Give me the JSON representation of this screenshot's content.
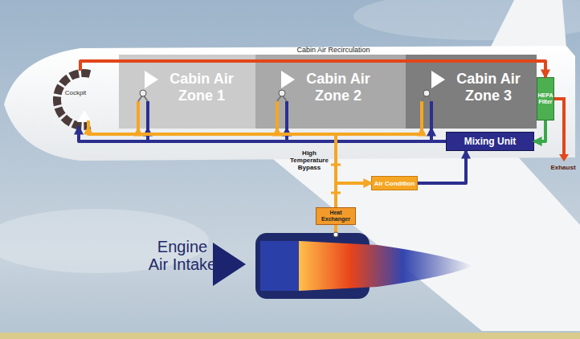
{
  "diagram": {
    "nodes": [
      {
        "text": [
          "Cockpit"
        ]
      },
      {
        "text": [
          "Cabin Air Zone 1"
        ]
      },
      {
        "text": [
          "Cabin Air Zone 2"
        ]
      },
      {
        "text": [
          "Cabin Air Zone 3"
        ]
      },
      {
        "text": [
          "HEPA Filter"
        ]
      },
      {
        "text": [
          "Mixing Unit"
        ]
      },
      {
        "text": [
          "Air Condition"
        ]
      },
      {
        "text": [
          "Heat Exchanger"
        ]
      }
    ],
    "edges": [
      {
        "from": 0,
        "to": 4,
        "arrow": "to"
      },
      {
        "from": 4,
        "to": 5,
        "arrow": "to"
      },
      {
        "from": 5,
        "to": 0,
        "arrow": "to"
      },
      {
        "from": 5,
        "to": 1,
        "arrow": "to"
      },
      {
        "from": 5,
        "to": 2,
        "arrow": "to"
      },
      {
        "from": 5,
        "to": 3,
        "arrow": "to"
      },
      {
        "from": 7,
        "to": 6,
        "arrow": "to"
      },
      {
        "from": 6,
        "to": 5,
        "arrow": "to"
      },
      {
        "from": 7,
        "to": 0,
        "arrow": "to"
      },
      {
        "from": 7,
        "to": 1,
        "arrow": "to"
      },
      {
        "from": 7,
        "to": 2,
        "arrow": "to"
      },
      {
        "from": 7,
        "to": 3,
        "arrow": "to"
      }
    ],
    "labels": [
      "Cabin Air Recirculation",
      "High Temperature Bypass",
      "Exhaust",
      "Engine Air Intake"
    ]
  }
}
